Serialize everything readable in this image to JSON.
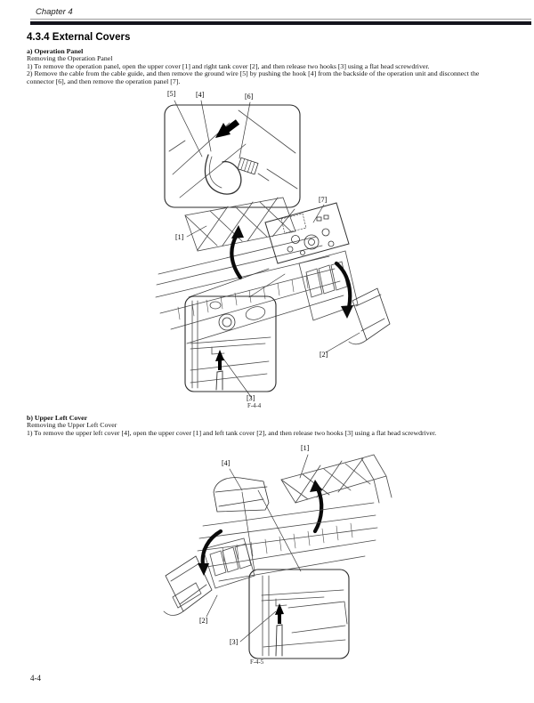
{
  "header": {
    "chapter": "Chapter 4"
  },
  "section": {
    "title": "4.3.4 External Covers"
  },
  "part_a": {
    "heading": "a) Operation Panel",
    "subheading": "Removing the Operation Panel",
    "step1": "1) To remove the operation panel, open the upper cover [1] and right tank cover [2], and then release two hooks [3] using a flat head screwdriver.",
    "step2": "2) Remove the cable from the cable guide, and then remove the ground wire [5] by pushing the hook [4] from the backside of the operation unit and disconnect the connector [6], and then remove the operation panel [7]."
  },
  "figure1": {
    "caption": "F-4-4",
    "label_1": "[1]",
    "label_2": "[2]",
    "label_3": "[3]",
    "label_4": "[4]",
    "label_5": "[5]",
    "label_6": "[6]",
    "label_7": "[7]"
  },
  "part_b": {
    "heading": "b) Upper Left Cover",
    "subheading": "Removing the Upper Left Cover",
    "step1": "1) To remove the upper left cover [4], open the upper cover [1] and left tank cover [2], and then release two hooks [3] using a flat head screwdriver."
  },
  "figure2": {
    "caption": "F-4-5",
    "label_1": "[1]",
    "label_2": "[2]",
    "label_3": "[3]",
    "label_4": "[4]"
  },
  "footer": {
    "page_number": "4-4"
  },
  "colors": {
    "rule_dark": "#14141d",
    "rule_light": "#9a9a9a",
    "line_art": "#4a4a4a",
    "ink": "#0a0a0a"
  }
}
